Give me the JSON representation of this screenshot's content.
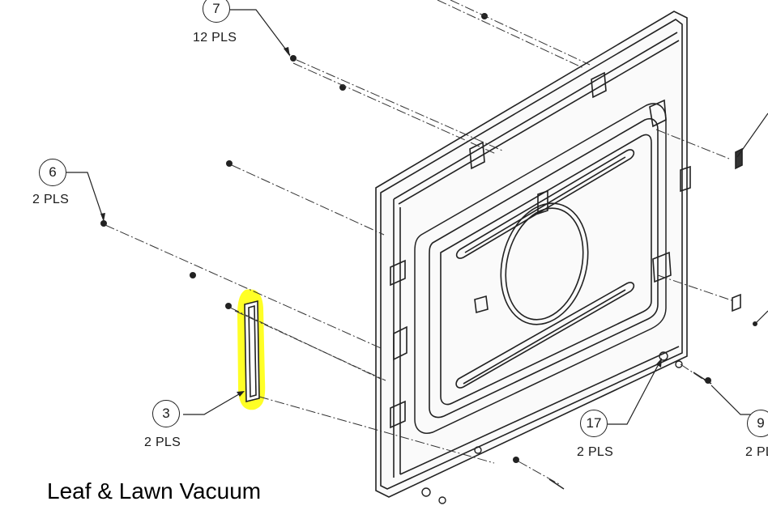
{
  "caption": "Leaf & Lawn Vacuum",
  "callouts": [
    {
      "id": "c7",
      "number": "7",
      "qty": "12 PLS"
    },
    {
      "id": "c6",
      "number": "6",
      "qty": "2 PLS"
    },
    {
      "id": "c3",
      "number": "3",
      "qty": "2 PLS"
    },
    {
      "id": "c17",
      "number": "17",
      "qty": "2 PLS"
    },
    {
      "id": "c9",
      "number": "9",
      "qty": "2 PLS"
    }
  ],
  "highlight_color": "#ffff00",
  "line_color": "#222222"
}
